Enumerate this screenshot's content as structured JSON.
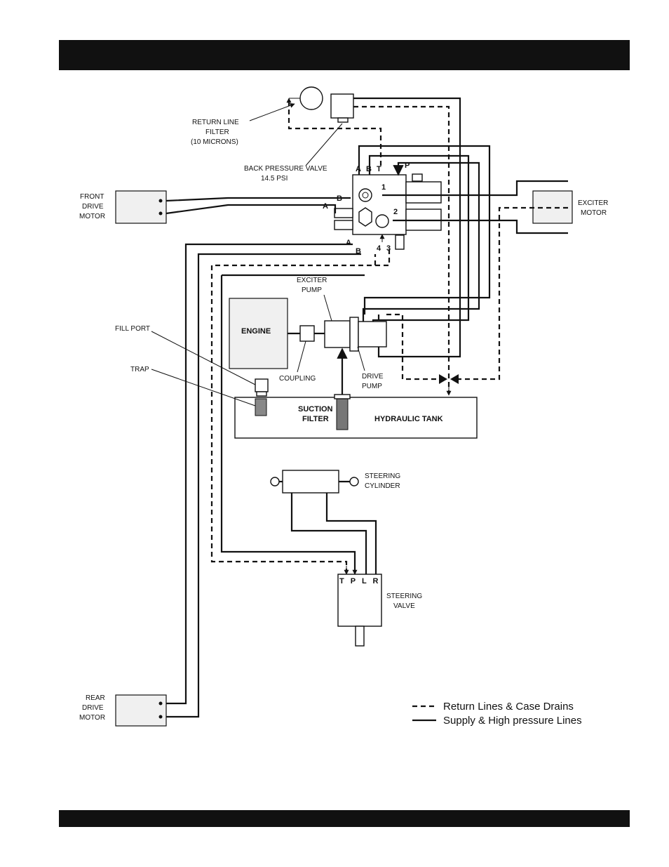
{
  "labels": {
    "return_filter_1": "RETURN LINE",
    "return_filter_2": "FILTER",
    "return_filter_3": "(10 MICRONS)",
    "back_pressure_1": "BACK PRESSURE  VALVE",
    "back_pressure_2": "14.5 PSI",
    "front_drive_1": "FRONT",
    "front_drive_2": "DRIVE",
    "front_drive_3": "MOTOR",
    "exciter_motor_1": "EXCITER",
    "exciter_motor_2": "MOTOR",
    "exciter_pump_1": "EXCITER",
    "exciter_pump_2": "PUMP",
    "engine": "ENGINE",
    "fill_port": "FILL PORT",
    "trap": "TRAP",
    "coupling": "COUPLING",
    "drive_pump_1": "DRIVE",
    "drive_pump_2": "PUMP",
    "suction_filter_1": "SUCTION",
    "suction_filter_2": "FILTER",
    "hydraulic_tank": "HYDRAULIC TANK",
    "steering_cylinder_1": "STEERING",
    "steering_cylinder_2": "CYLINDER",
    "steering_valve_1": "STEERING",
    "steering_valve_2": "VALVE",
    "steering_ports": "T P L R",
    "rear_drive_1": "REAR",
    "rear_drive_2": "DRIVE",
    "rear_drive_3": "MOTOR"
  },
  "ports": {
    "a": "A",
    "b": "B",
    "t": "T",
    "p": "P",
    "one": "1",
    "two": "2",
    "three": "3",
    "four": "4"
  },
  "legend": {
    "dashed": "Return Lines & Case Drains",
    "solid": "Supply & High pressure Lines"
  }
}
